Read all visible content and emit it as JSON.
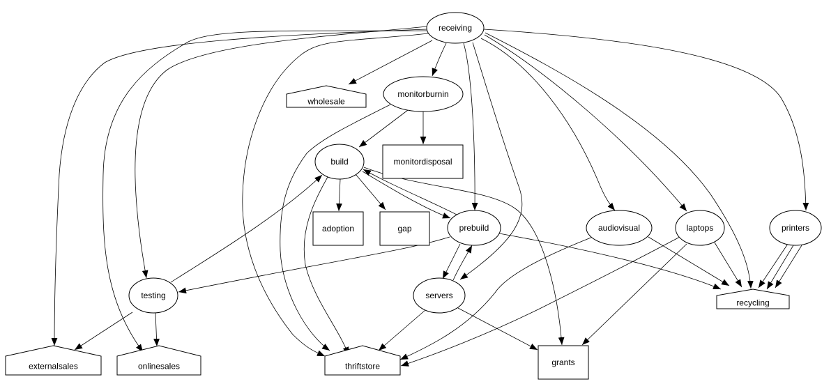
{
  "nodes": [
    {
      "id": "receiving",
      "label": "receiving",
      "shape": "ellipse"
    },
    {
      "id": "wholesale",
      "label": "wholesale",
      "shape": "house"
    },
    {
      "id": "monitorburnin",
      "label": "monitorburnin",
      "shape": "ellipse"
    },
    {
      "id": "monitordisposal",
      "label": "monitordisposal",
      "shape": "box"
    },
    {
      "id": "build",
      "label": "build",
      "shape": "ellipse"
    },
    {
      "id": "adoption",
      "label": "adoption",
      "shape": "box"
    },
    {
      "id": "gap",
      "label": "gap",
      "shape": "box"
    },
    {
      "id": "prebuild",
      "label": "prebuild",
      "shape": "ellipse"
    },
    {
      "id": "audiovisual",
      "label": "audiovisual",
      "shape": "ellipse"
    },
    {
      "id": "laptops",
      "label": "laptops",
      "shape": "ellipse"
    },
    {
      "id": "printers",
      "label": "printers",
      "shape": "ellipse"
    },
    {
      "id": "testing",
      "label": "testing",
      "shape": "ellipse"
    },
    {
      "id": "servers",
      "label": "servers",
      "shape": "ellipse"
    },
    {
      "id": "recycling",
      "label": "recycling",
      "shape": "house"
    },
    {
      "id": "externalsales",
      "label": "externalsales",
      "shape": "house"
    },
    {
      "id": "onlinesales",
      "label": "onlinesales",
      "shape": "house"
    },
    {
      "id": "thriftstore",
      "label": "thriftstore",
      "shape": "house"
    },
    {
      "id": "grants",
      "label": "grants",
      "shape": "box"
    }
  ],
  "edges": [
    [
      "receiving",
      "wholesale"
    ],
    [
      "receiving",
      "monitorburnin"
    ],
    [
      "receiving",
      "prebuild"
    ],
    [
      "receiving",
      "servers"
    ],
    [
      "receiving",
      "audiovisual"
    ],
    [
      "receiving",
      "laptops"
    ],
    [
      "receiving",
      "recycling"
    ],
    [
      "receiving",
      "printers"
    ],
    [
      "receiving",
      "testing"
    ],
    [
      "receiving",
      "externalsales"
    ],
    [
      "receiving",
      "onlinesales"
    ],
    [
      "receiving",
      "thriftstore"
    ],
    [
      "monitorburnin",
      "build"
    ],
    [
      "monitorburnin",
      "monitordisposal"
    ],
    [
      "monitorburnin",
      "thriftstore"
    ],
    [
      "build",
      "adoption"
    ],
    [
      "build",
      "gap"
    ],
    [
      "build",
      "prebuild"
    ],
    [
      "prebuild",
      "build"
    ],
    [
      "build",
      "thriftstore"
    ],
    [
      "build",
      "grants"
    ],
    [
      "testing",
      "build"
    ],
    [
      "prebuild",
      "testing"
    ],
    [
      "prebuild",
      "servers"
    ],
    [
      "servers",
      "prebuild"
    ],
    [
      "prebuild",
      "recycling"
    ],
    [
      "servers",
      "thriftstore"
    ],
    [
      "servers",
      "grants"
    ],
    [
      "audiovisual",
      "thriftstore"
    ],
    [
      "audiovisual",
      "recycling"
    ],
    [
      "laptops",
      "thriftstore"
    ],
    [
      "laptops",
      "grants"
    ],
    [
      "laptops",
      "recycling"
    ],
    [
      "printers",
      "recycling"
    ],
    [
      "printers",
      "recycling"
    ],
    [
      "printers",
      "recycling"
    ],
    [
      "testing",
      "externalsales"
    ],
    [
      "testing",
      "onlinesales"
    ]
  ]
}
